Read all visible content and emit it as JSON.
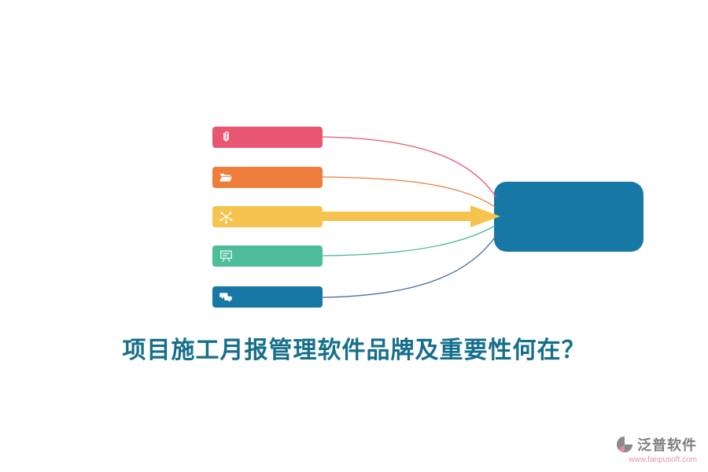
{
  "title": {
    "text": "项目施工月报管理软件品牌及重要性何在？",
    "color": "#156f8b"
  },
  "diagram": {
    "bars": [
      {
        "icon": "paperclip-icon",
        "color": "#e85672"
      },
      {
        "icon": "open-folder-icon",
        "color": "#ef7d3c"
      },
      {
        "icon": "molecule-icon",
        "color": "#f6c44e"
      },
      {
        "icon": "whiteboard-icon",
        "color": "#4dbd9a"
      },
      {
        "icon": "chat-bubbles-icon",
        "color": "#1878a5"
      }
    ],
    "target_box": {
      "color": "#1878a5"
    },
    "arrow": {
      "color": "#f6c44e"
    },
    "connector_colors": [
      "#e85672",
      "#ef7d3c",
      "#4dbd9a",
      "#4a6f9b"
    ]
  },
  "footer": {
    "logo_text": "泛普软件",
    "website_text": "www.fanpusoft.com",
    "logo_gray": "#8a8a8a",
    "accent_pink": "#e8899c"
  }
}
